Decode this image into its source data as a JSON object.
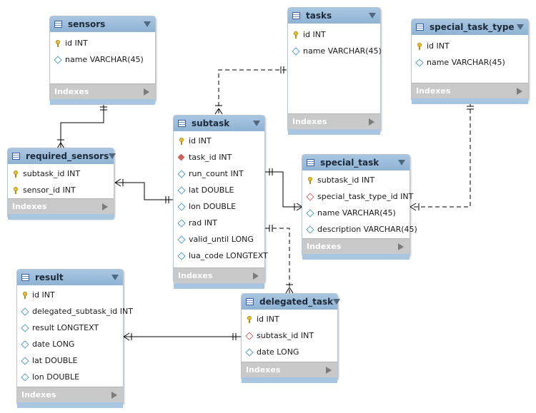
{
  "diagram": {
    "indexes_label": "Indexes",
    "colors": {
      "header": "#9dbcdb",
      "indexes": "#c9c9c9",
      "line": "#000000"
    },
    "entities": {
      "sensors": {
        "title": "sensors",
        "columns": [
          {
            "icon": "primary-key-icon",
            "text": "id INT"
          },
          {
            "icon": "attribute-icon",
            "text": "name VARCHAR(45)"
          }
        ]
      },
      "tasks": {
        "title": "tasks",
        "columns": [
          {
            "icon": "primary-key-icon",
            "text": "id INT"
          },
          {
            "icon": "attribute-icon",
            "text": "name VARCHAR(45)"
          }
        ]
      },
      "special_task_type": {
        "title": "special_task_type",
        "columns": [
          {
            "icon": "primary-key-icon",
            "text": "id INT"
          },
          {
            "icon": "attribute-icon",
            "text": "name VARCHAR(45)"
          }
        ]
      },
      "required_sensors": {
        "title": "required_sensors",
        "columns": [
          {
            "icon": "primary-key-icon",
            "text": "subtask_id INT"
          },
          {
            "icon": "primary-key-icon",
            "text": "sensor_id INT"
          }
        ]
      },
      "subtask": {
        "title": "subtask",
        "columns": [
          {
            "icon": "primary-key-icon",
            "text": "id INT"
          },
          {
            "icon": "foreign-key-icon",
            "text": "task_id INT"
          },
          {
            "icon": "attribute-icon",
            "text": "run_count INT"
          },
          {
            "icon": "attribute-icon",
            "text": "lat DOUBLE"
          },
          {
            "icon": "attribute-icon",
            "text": "lon DOUBLE"
          },
          {
            "icon": "attribute-icon",
            "text": "rad INT"
          },
          {
            "icon": "attribute-icon",
            "text": "valid_until LONG"
          },
          {
            "icon": "attribute-icon",
            "text": "lua_code LONGTEXT"
          }
        ]
      },
      "special_task": {
        "title": "special_task",
        "columns": [
          {
            "icon": "primary-key-icon",
            "text": "subtask_id INT"
          },
          {
            "icon": "foreign-key-attribute-icon",
            "text": "special_task_type_id INT"
          },
          {
            "icon": "attribute-icon",
            "text": "name VARCHAR(45)"
          },
          {
            "icon": "attribute-icon",
            "text": "description VARCHAR(45)"
          }
        ]
      },
      "result": {
        "title": "result",
        "columns": [
          {
            "icon": "primary-key-icon",
            "text": "id INT"
          },
          {
            "icon": "attribute-icon",
            "text": "delegated_subtask_id INT"
          },
          {
            "icon": "attribute-icon",
            "text": "result LONGTEXT"
          },
          {
            "icon": "attribute-icon",
            "text": "date LONG"
          },
          {
            "icon": "attribute-icon",
            "text": "lat DOUBLE"
          },
          {
            "icon": "attribute-icon",
            "text": "lon DOUBLE"
          }
        ]
      },
      "delegated_task": {
        "title": "delegated_task",
        "columns": [
          {
            "icon": "primary-key-icon",
            "text": "id INT"
          },
          {
            "icon": "foreign-key-attribute-icon",
            "text": "subtask_id INT"
          },
          {
            "icon": "attribute-icon",
            "text": "date LONG"
          }
        ]
      }
    },
    "relationships": [
      {
        "from": "sensors",
        "to": "required_sensors",
        "style": "solid",
        "from_end": "one",
        "to_end": "many"
      },
      {
        "from": "subtask",
        "to": "required_sensors",
        "style": "solid",
        "from_end": "one",
        "to_end": "many"
      },
      {
        "from": "tasks",
        "to": "subtask",
        "style": "dashed",
        "from_end": "one",
        "to_end": "many"
      },
      {
        "from": "subtask",
        "to": "special_task",
        "style": "solid",
        "from_end": "one",
        "to_end": "many"
      },
      {
        "from": "special_task_type",
        "to": "special_task",
        "style": "dashed",
        "from_end": "one",
        "to_end": "many"
      },
      {
        "from": "subtask",
        "to": "delegated_task",
        "style": "dashed",
        "from_end": "one",
        "to_end": "many"
      },
      {
        "from": "delegated_task",
        "to": "result",
        "style": "solid",
        "from_end": "one",
        "to_end": "many"
      }
    ]
  }
}
